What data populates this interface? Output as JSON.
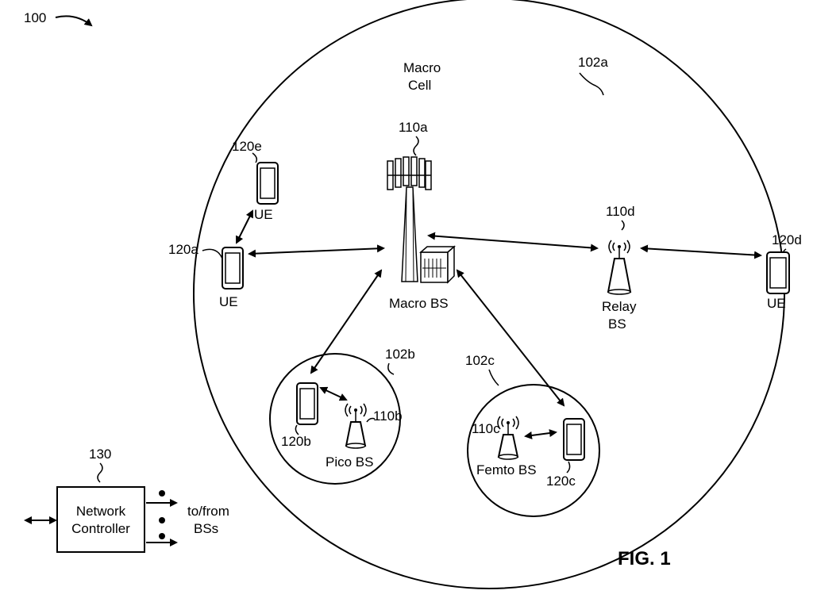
{
  "figure": {
    "ref": "100",
    "caption": "FIG. 1"
  },
  "macro_cell": {
    "ref": "102a",
    "label_line1": "Macro",
    "label_line2": "Cell"
  },
  "macro_bs": {
    "ref": "110a",
    "label": "Macro BS"
  },
  "relay_bs": {
    "ref": "110d",
    "label_line1": "Relay",
    "label_line2": "BS"
  },
  "pico_cell": {
    "ref": "102b"
  },
  "pico_bs": {
    "ref": "110b",
    "label": "Pico BS"
  },
  "femto_cell": {
    "ref": "102c"
  },
  "femto_bs": {
    "ref": "110c",
    "label": "Femto BS"
  },
  "ues": {
    "a": {
      "ref": "120a",
      "label": "UE"
    },
    "b": {
      "ref": "120b"
    },
    "c": {
      "ref": "120c"
    },
    "d": {
      "ref": "120d",
      "label": "UE"
    },
    "e": {
      "ref": "120e",
      "label": "UE"
    }
  },
  "network_controller": {
    "ref": "130",
    "label_line1": "Network",
    "label_line2": "Controller",
    "side_label_line1": "to/from",
    "side_label_line2": "BSs"
  }
}
